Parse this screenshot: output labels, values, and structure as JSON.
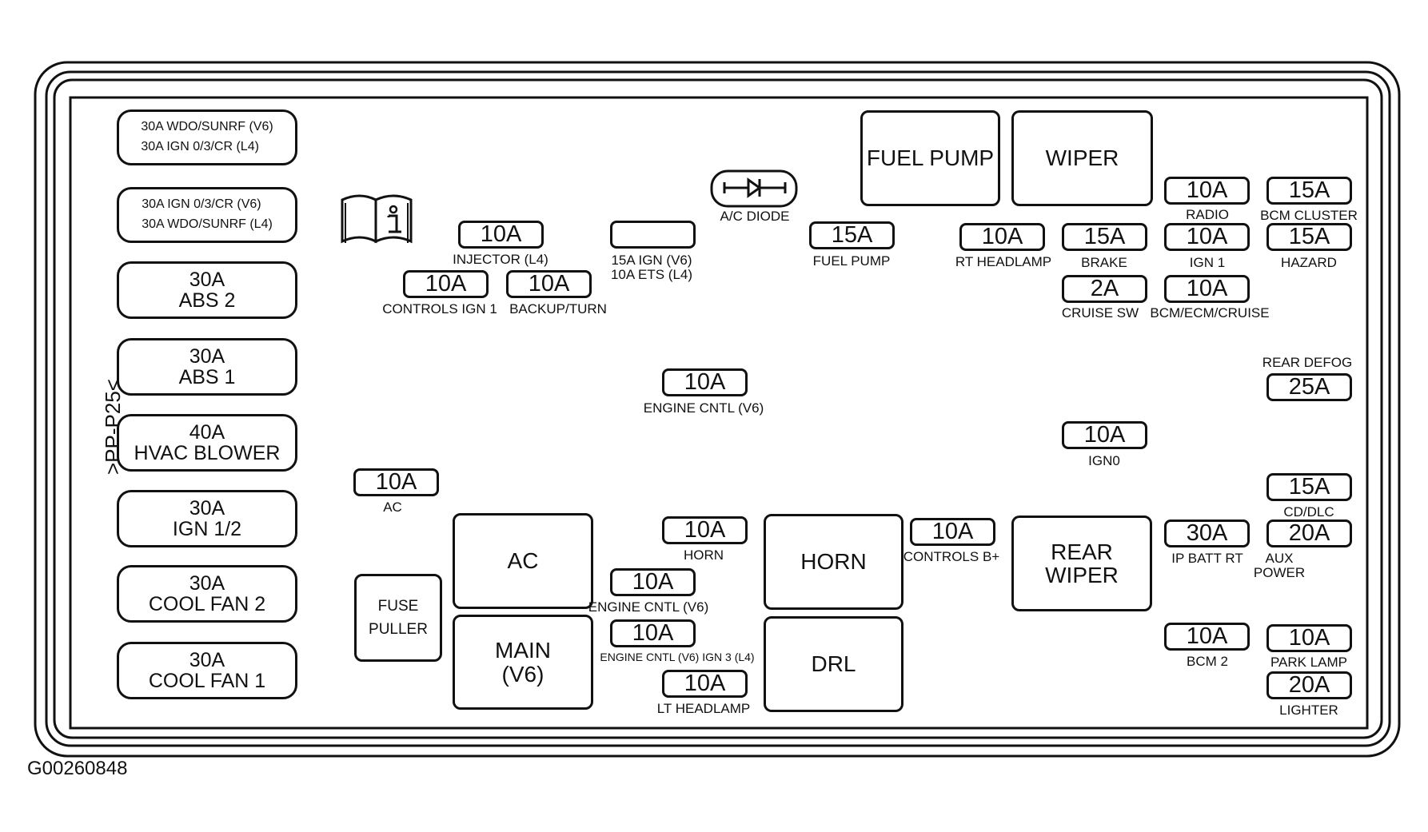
{
  "diagram_id": "G00260848",
  "side_label": ">PP-P25<",
  "left_column": [
    {
      "line1": "30A WDO/SUNRF (V6)",
      "line2": "30A IGN 0/3/CR (L4)"
    },
    {
      "line1": "30A IGN 0/3/CR (V6)",
      "line2": "30A WDO/SUNRF (L4)"
    },
    {
      "rating": "30A",
      "name": "ABS 2"
    },
    {
      "rating": "30A",
      "name": "ABS 1"
    },
    {
      "rating": "40A",
      "name": "HVAC BLOWER"
    },
    {
      "rating": "30A",
      "name": "IGN 1/2"
    },
    {
      "rating": "30A",
      "name": "COOL FAN 2"
    },
    {
      "rating": "30A",
      "name": "COOL FAN 1"
    }
  ],
  "relays": {
    "fuel_pump": "FUEL PUMP",
    "wiper": "WIPER",
    "ac": "AC",
    "main": "MAIN\n(V6)",
    "horn": "HORN",
    "drl": "DRL",
    "rear_wiper": "REAR\nWIPER",
    "fuse_puller": "FUSE\nPULLER"
  },
  "diode_label": "A/C DIODE",
  "fuses": [
    {
      "id": "injector",
      "rating": "10A",
      "label": "INJECTOR (L4)"
    },
    {
      "id": "ign_ets",
      "rating": "",
      "label": "15A IGN (V6)\n10A ETS (L4)"
    },
    {
      "id": "controls_ign1",
      "rating": "10A",
      "label": "CONTROLS IGN 1"
    },
    {
      "id": "backup_turn",
      "rating": "10A",
      "label": "BACKUP/TURN"
    },
    {
      "id": "fuel_pump",
      "rating": "15A",
      "label": "FUEL PUMP"
    },
    {
      "id": "rt_headlamp",
      "rating": "10A",
      "label": "RT HEADLAMP"
    },
    {
      "id": "brake",
      "rating": "15A",
      "label": "BRAKE"
    },
    {
      "id": "radio",
      "rating": "10A",
      "label": "RADIO"
    },
    {
      "id": "bcm_cluster",
      "rating": "15A",
      "label": "BCM CLUSTER"
    },
    {
      "id": "ign1",
      "rating": "10A",
      "label": "IGN 1"
    },
    {
      "id": "hazard",
      "rating": "15A",
      "label": "HAZARD"
    },
    {
      "id": "cruise_sw",
      "rating": "2A",
      "label": "CRUISE SW"
    },
    {
      "id": "bcm_ecm_cruise",
      "rating": "10A",
      "label": "BCM/ECM/CRUISE"
    },
    {
      "id": "engine_cntl_v6_a",
      "rating": "10A",
      "label": "ENGINE CNTL (V6)"
    },
    {
      "id": "rear_defog",
      "rating": "25A",
      "label": "REAR DEFOG"
    },
    {
      "id": "ign0",
      "rating": "10A",
      "label": "IGN0"
    },
    {
      "id": "ac",
      "rating": "10A",
      "label": "AC"
    },
    {
      "id": "cd_dlc",
      "rating": "15A",
      "label": "CD/DLC"
    },
    {
      "id": "horn",
      "rating": "10A",
      "label": "HORN"
    },
    {
      "id": "controls_b",
      "rating": "10A",
      "label": "CONTROLS B+"
    },
    {
      "id": "ip_batt_rt",
      "rating": "30A",
      "label": "IP BATT RT"
    },
    {
      "id": "aux_power",
      "rating": "20A",
      "label": "AUX\nPOWER"
    },
    {
      "id": "engine_cntl_v6_b",
      "rating": "10A",
      "label": "ENGINE CNTL (V6)"
    },
    {
      "id": "engine_cntl_ign3",
      "rating": "10A",
      "label": "ENGINE CNTL (V6) IGN 3 (L4)"
    },
    {
      "id": "lt_headlamp",
      "rating": "10A",
      "label": "LT HEADLAMP"
    },
    {
      "id": "bcm2",
      "rating": "10A",
      "label": "BCM 2"
    },
    {
      "id": "park_lamp",
      "rating": "10A",
      "label": "PARK LAMP"
    },
    {
      "id": "lighter",
      "rating": "20A",
      "label": "LIGHTER"
    }
  ]
}
